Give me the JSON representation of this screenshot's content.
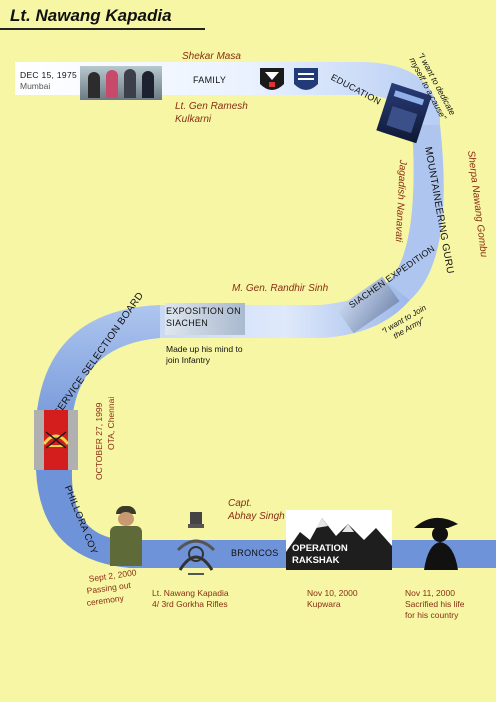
{
  "title": "Lt. Nawang Kapadia",
  "birth": {
    "date": "DEC 15, 1975",
    "place": "Mumbai"
  },
  "stages": {
    "family": "FAMILY",
    "education": "EDUCATION",
    "mountaineering": "MOUNTAINEERING GURU",
    "siachen_expedition": "SIACHEN EXPEDITION",
    "exposition": "EXPOSITION ON SIACHEN",
    "ssb": "SERVICE SELECTION BOARD",
    "phillora": "PHILLORA COY",
    "broncos": "BRONCOS",
    "operation": "OPERATION RAKSHAK"
  },
  "people": {
    "shekar": "Shekar Masa",
    "ramesh_1": "Lt. Gen Ramesh",
    "ramesh_2": "Kulkarni",
    "sherpa": "Sherpa Nawang Gombu",
    "jagadish": "Jagadish Nanavati",
    "randhir": "M. Gen. Randhir Sinh",
    "abhay_1": "Capt.",
    "abhay_2": "Abhay Singh"
  },
  "quotes": {
    "dedicate": "“I want to dedicate myself to a cause”",
    "join_army": "“I want to Join the Army”"
  },
  "notes": {
    "infantry_1": "Made up his mind to",
    "infantry_2": "join Infantry",
    "ota_date": "OCTOBER 27, 1999",
    "ota_place": "OTA, Chennai",
    "passing_1": "Sept 2, 2000",
    "passing_2": "Passing out",
    "passing_3": "ceremony",
    "gorkha_1": "Lt. Nawang Kapadia",
    "gorkha_2": "4/ 3rd Gorkha Rifles",
    "kupwara_1": "Nov  10, 2000",
    "kupwara_2": "Kupwara",
    "sacrifice_1": "Nov 11, 2000",
    "sacrifice_2": "Sacrified his life",
    "sacrifice_3": "for his country"
  },
  "colors": {
    "background": "#f6f6a4",
    "road_blue": "#6f93d8",
    "road_light": "#e9f1ff",
    "accent_red": "#8a2f12"
  }
}
